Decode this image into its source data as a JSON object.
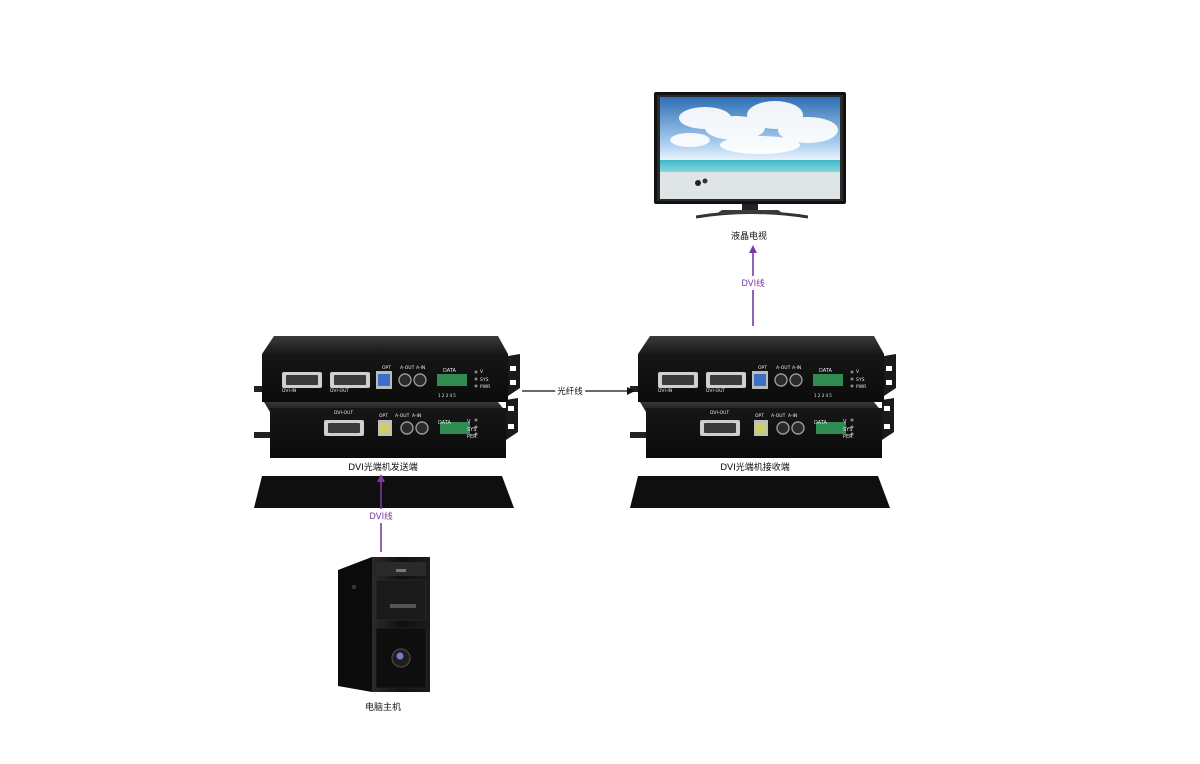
{
  "nodes": {
    "tv": {
      "label": "液晶电视"
    },
    "sender": {
      "label": "DVI光端机发送端"
    },
    "receiver": {
      "label": "DVI光端机接收端"
    },
    "pc": {
      "label": "电脑主机"
    }
  },
  "edges": {
    "pc_to_sender": {
      "label": "DVI线",
      "color": "#7a3aa0"
    },
    "sender_to_receiver": {
      "label": "光纤线",
      "color": "#111111"
    },
    "receiver_to_tv": {
      "label": "DVI线",
      "color": "#7a3aa0"
    }
  },
  "device_panel": {
    "top_unit": {
      "dvi_in": "DVI-IN",
      "dvi_out": "DVI-OUT",
      "opt": "OPT",
      "a_out": "A-OUT",
      "a_in": "A-IN",
      "data": "DATA",
      "data_pins": "1 2 3 4 5",
      "leds": [
        "V",
        "SYS",
        "PWR"
      ]
    },
    "bottom_unit": {
      "dvi_out": "DVI-OUT",
      "opt": "OPT",
      "a_out": "A-OUT",
      "a_in": "A-IN",
      "data": "DATA",
      "leds": [
        "V",
        "SYS",
        "PER"
      ]
    }
  }
}
